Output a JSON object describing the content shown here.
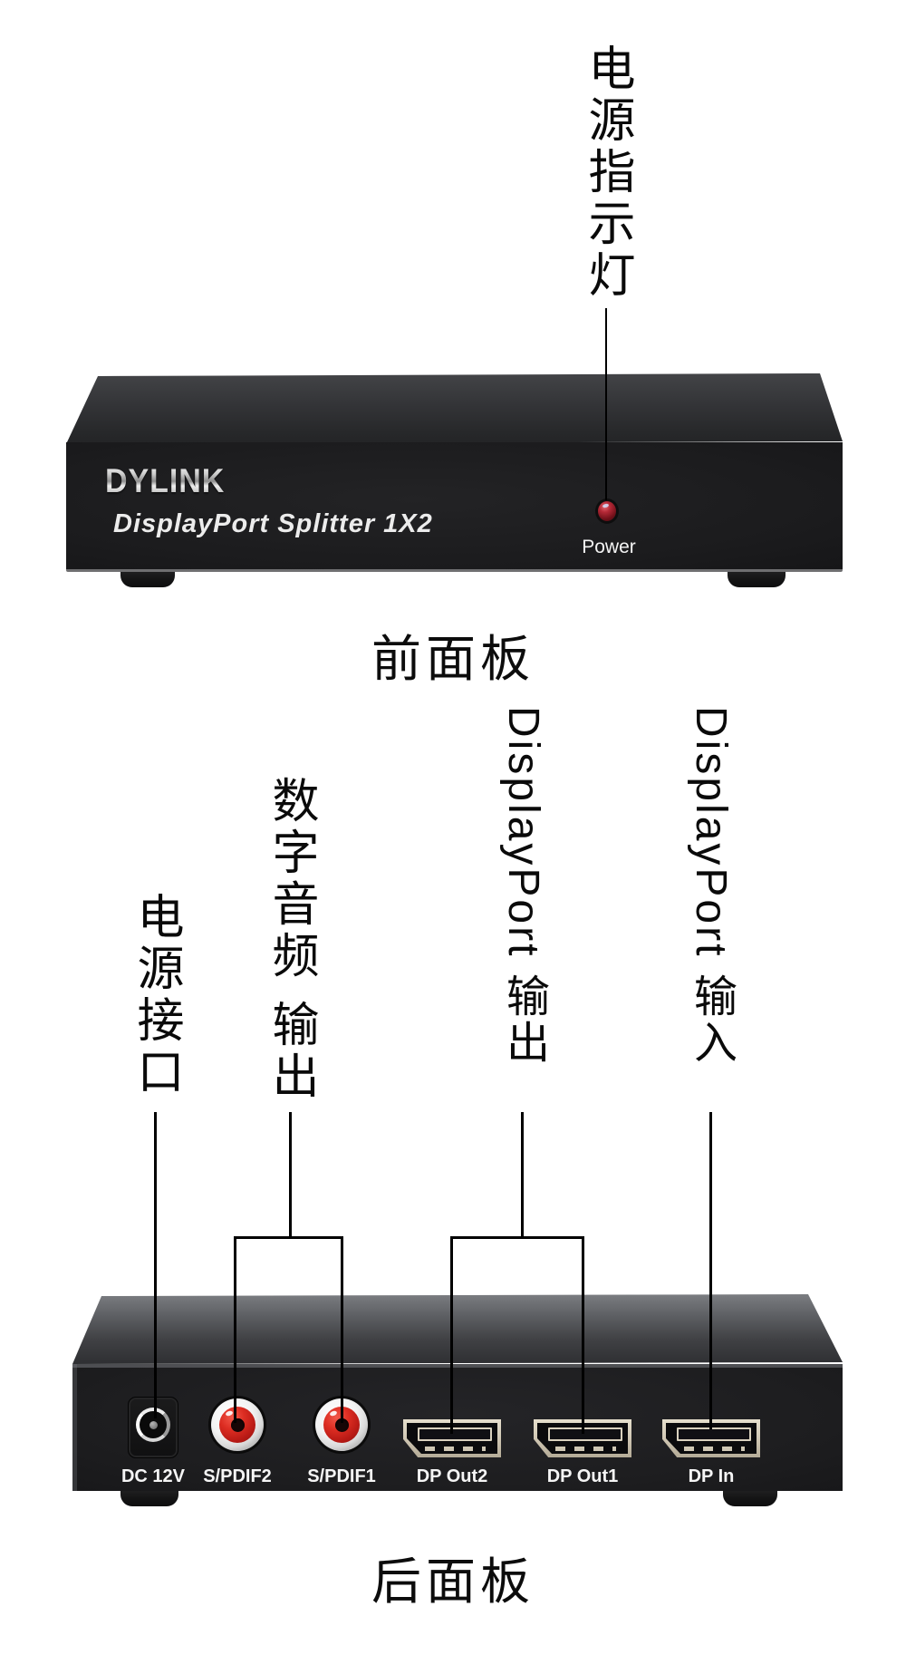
{
  "front": {
    "annotation_led": "电源指示灯",
    "brand": "DYLINK",
    "model": "DisplayPort Splitter 1X2",
    "led_label": "Power",
    "caption": "前面板",
    "led_color": "#b42836"
  },
  "rear": {
    "caption": "后面板",
    "annotations": {
      "power": "电源接口",
      "audio_out": "数字音频 输出",
      "dp_out": "DisplayPort 输出",
      "dp_in": "DisplayPort 输入"
    },
    "ports": [
      {
        "label": "DC 12V",
        "type": "dc-jack"
      },
      {
        "label": "S/PDIF2",
        "type": "rca"
      },
      {
        "label": "S/PDIF1",
        "type": "rca"
      },
      {
        "label": "DP Out2",
        "type": "displayport"
      },
      {
        "label": "DP Out1",
        "type": "displayport"
      },
      {
        "label": "DP In",
        "type": "displayport"
      }
    ],
    "port_colors": {
      "dp_bezel": "#d3cab7",
      "rca_ring": "#dd2d22",
      "rca_outer": "#f2f2f2"
    }
  }
}
